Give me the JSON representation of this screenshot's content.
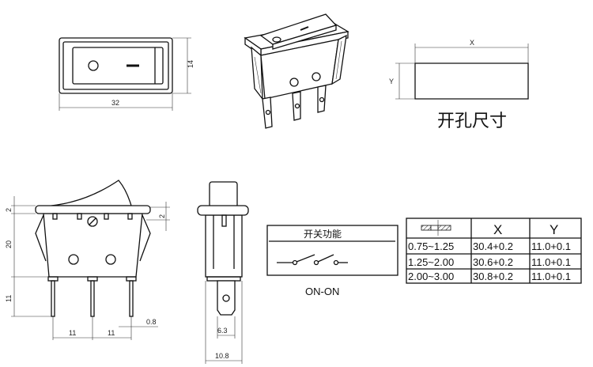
{
  "front_view": {
    "width_label": "32",
    "height_label": "14",
    "off_symbol": "O",
    "on_symbol": "—"
  },
  "cutout": {
    "x_label": "X",
    "y_label": "Y",
    "title": "开孔尺寸"
  },
  "side_view": {
    "flange_label": "2",
    "body_label": "20",
    "pin_length_label": "11",
    "offset_label": "2",
    "pitch_left_label": "11",
    "pitch_right_label": "11",
    "pin_thickness_label": "0.8"
  },
  "end_view": {
    "terminal_width_label": "6.3",
    "body_width_label": "10.8"
  },
  "function_box": {
    "title": "开关功能",
    "mode": "ON-ON"
  },
  "cutout_table": {
    "headers": [
      "",
      "X",
      "Y"
    ],
    "rows": [
      [
        "0.75~1.25",
        "30.4+0.2",
        "11.0+0.1"
      ],
      [
        "1.25~2.00",
        "30.6+0.2",
        "11.0+0.1"
      ],
      [
        "2.00~3.00",
        "30.8+0.2",
        "11.0+0.1"
      ]
    ]
  }
}
